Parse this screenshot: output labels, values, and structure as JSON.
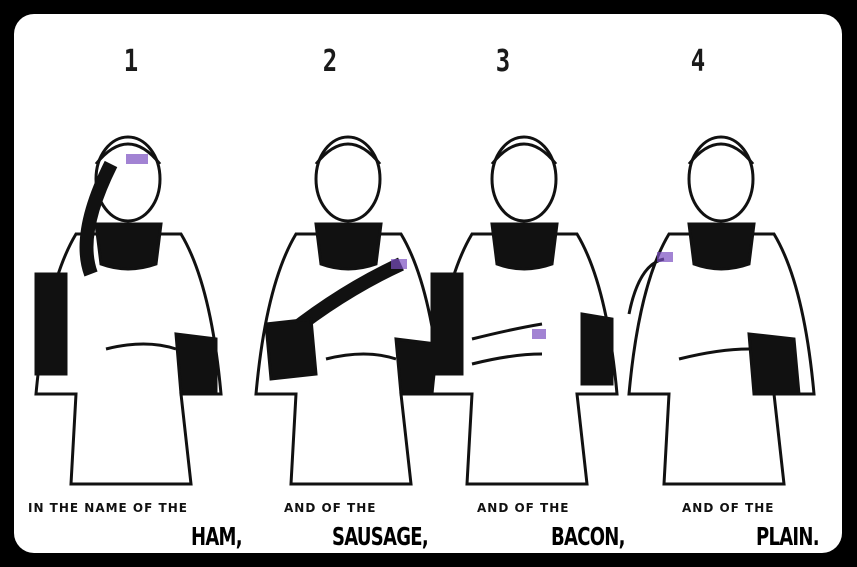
{
  "panels": [
    {
      "number": "1",
      "caption": "IN THE NAME OF THE",
      "word": "HAM,",
      "pose": "hand-on-forehead"
    },
    {
      "number": "2",
      "caption": "AND OF THE",
      "word": "SAUSAGE,",
      "pose": "hand-on-chest"
    },
    {
      "number": "3",
      "caption": "AND OF THE",
      "word": "BACON,",
      "pose": "hand-on-left-shoulder"
    },
    {
      "number": "4",
      "caption": "AND OF THE",
      "word": "PLAIN.",
      "pose": "hand-on-right-shoulder"
    }
  ],
  "colors": {
    "frame": "#000000",
    "card": "#ffffff",
    "ink": "#111111",
    "ash_mark": "#7b4fc0"
  }
}
